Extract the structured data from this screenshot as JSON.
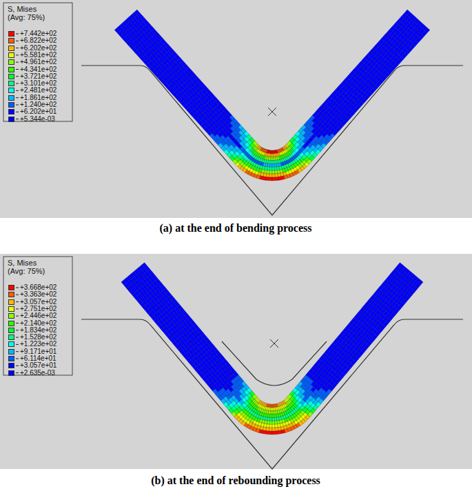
{
  "diagram": {
    "labels": [
      "S, Mises",
      "(Avg: 75%)",
      "(a) at the end of bending process",
      "S, Mises",
      "(Avg: 75%)",
      "(b) at the end of rebounding process"
    ],
    "legend": [
      {
        "text": "+7.442e+02",
        "color": "#ff0000"
      },
      {
        "text": "+6.822e+02",
        "color": "#ff5d00"
      },
      {
        "text": "+6.202e+02",
        "color": "#ffb900"
      },
      {
        "text": "+5.581e+02",
        "color": "#e8ff00"
      },
      {
        "text": "+4.961e+02",
        "color": "#8bff00"
      },
      {
        "text": "+4.341e+02",
        "color": "#2eff00"
      },
      {
        "text": "+3.721e+02",
        "color": "#00ff2e"
      },
      {
        "text": "+3.101e+02",
        "color": "#00ff8b"
      },
      {
        "text": "+2.481e+02",
        "color": "#00ffe8"
      },
      {
        "text": "+1.861e+02",
        "color": "#00b9ff"
      },
      {
        "text": "+1.240e+02",
        "color": "#005dff"
      },
      {
        "text": "+6.202e+01",
        "color": "#0000ff"
      },
      {
        "text": "+5.344e-03",
        "color": "#0000ff"
      },
      {
        "text": "+3.668e+02",
        "color": "#ff0000"
      },
      {
        "text": "+3.363e+02",
        "color": "#ff5d00"
      },
      {
        "text": "+3.057e+02",
        "color": "#ffb900"
      },
      {
        "text": "+2.751e+02",
        "color": "#e8ff00"
      },
      {
        "text": "+2.446e+02",
        "color": "#8bff00"
      },
      {
        "text": "+2.140e+02",
        "color": "#2eff00"
      },
      {
        "text": "+1.834e+02",
        "color": "#00ff2e"
      },
      {
        "text": "+1.528e+02",
        "color": "#00ff8b"
      },
      {
        "text": "+1.223e+02",
        "color": "#00ffe8"
      },
      {
        "text": "+9.171e+01",
        "color": "#00b9ff"
      },
      {
        "text": "+6.114e+01",
        "color": "#005dff"
      },
      {
        "text": "+3.057e+01",
        "color": "#0000ff"
      },
      {
        "text": "+2.635e-03",
        "color": "#0000ff"
      }
    ]
  }
}
